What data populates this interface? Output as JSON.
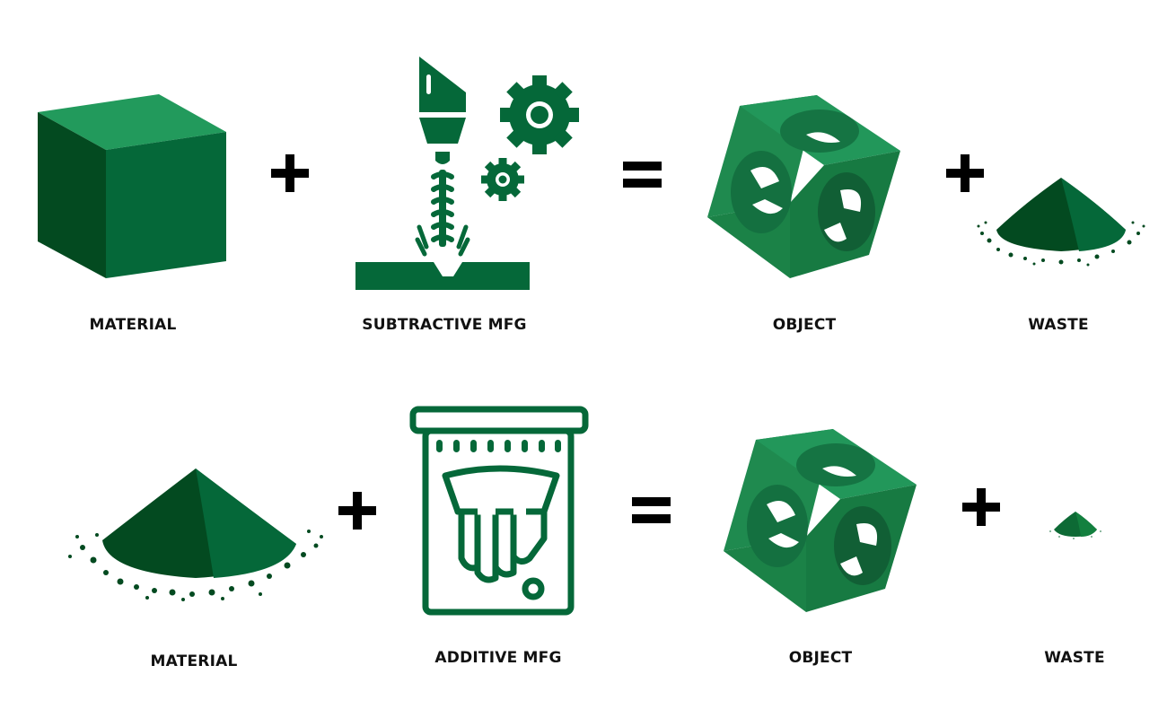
{
  "colors": {
    "primary_green": "#056839",
    "light_green": "#229a5c",
    "dark_green": "#034a20",
    "object_green": "#1f8a4f",
    "operator": "#000000",
    "background": "#ffffff"
  },
  "rows": [
    {
      "name": "subtractive",
      "equation": [
        {
          "type": "item",
          "icon": "solid-cube-icon",
          "label": "MATERIAL"
        },
        {
          "type": "operator",
          "symbol": "+"
        },
        {
          "type": "item",
          "icon": "cnc-mill-gears-icon",
          "label": "SUBTRACTIVE MFG"
        },
        {
          "type": "operator",
          "symbol": "="
        },
        {
          "type": "item",
          "icon": "hollow-cube-object-icon",
          "label": "OBJECT"
        },
        {
          "type": "operator",
          "symbol": "+"
        },
        {
          "type": "item",
          "icon": "large-powder-pile-icon",
          "label": "WASTE"
        }
      ]
    },
    {
      "name": "additive",
      "equation": [
        {
          "type": "item",
          "icon": "large-powder-pile-icon",
          "label": "MATERIAL"
        },
        {
          "type": "operator",
          "symbol": "+"
        },
        {
          "type": "item",
          "icon": "3d-printer-hand-icon",
          "label": "ADDITIVE MFG"
        },
        {
          "type": "operator",
          "symbol": "="
        },
        {
          "type": "item",
          "icon": "hollow-cube-object-icon",
          "label": "OBJECT"
        },
        {
          "type": "operator",
          "symbol": "+"
        },
        {
          "type": "item",
          "icon": "small-powder-pile-icon",
          "label": "WASTE"
        }
      ]
    }
  ]
}
